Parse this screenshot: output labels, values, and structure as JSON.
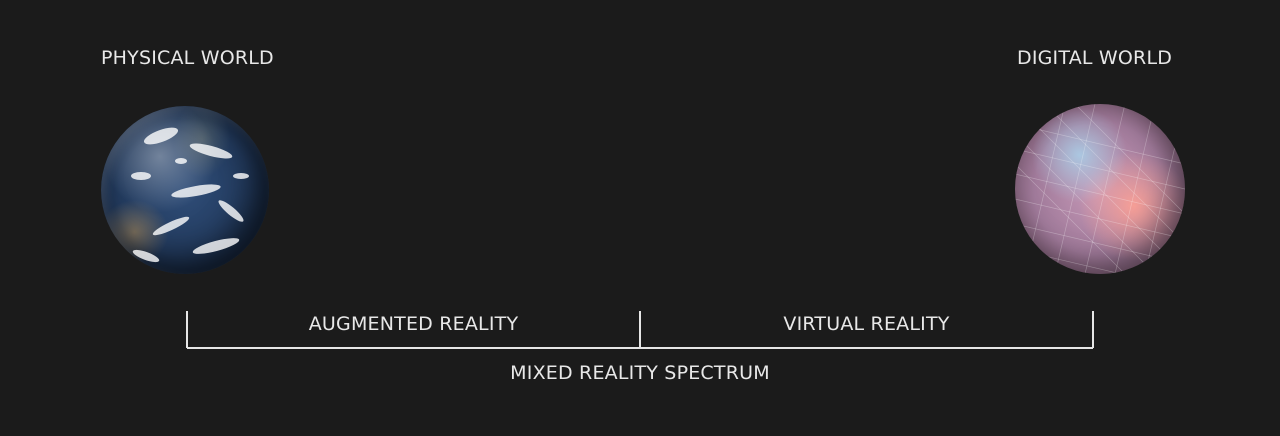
{
  "endpoints": {
    "left_label": "PHYSICAL WORLD",
    "right_label": "DIGITAL WORLD"
  },
  "segments": {
    "left_label": "AUGMENTED REALITY",
    "right_label": "VIRTUAL REALITY"
  },
  "spectrum_label": "MIXED REALITY SPECTRUM",
  "icons": {
    "left": "earth-globe-icon",
    "right": "low-poly-sphere-icon"
  },
  "colors": {
    "background": "#1b1b1b",
    "text": "#e8e8e8",
    "line": "#e6e6e6"
  }
}
